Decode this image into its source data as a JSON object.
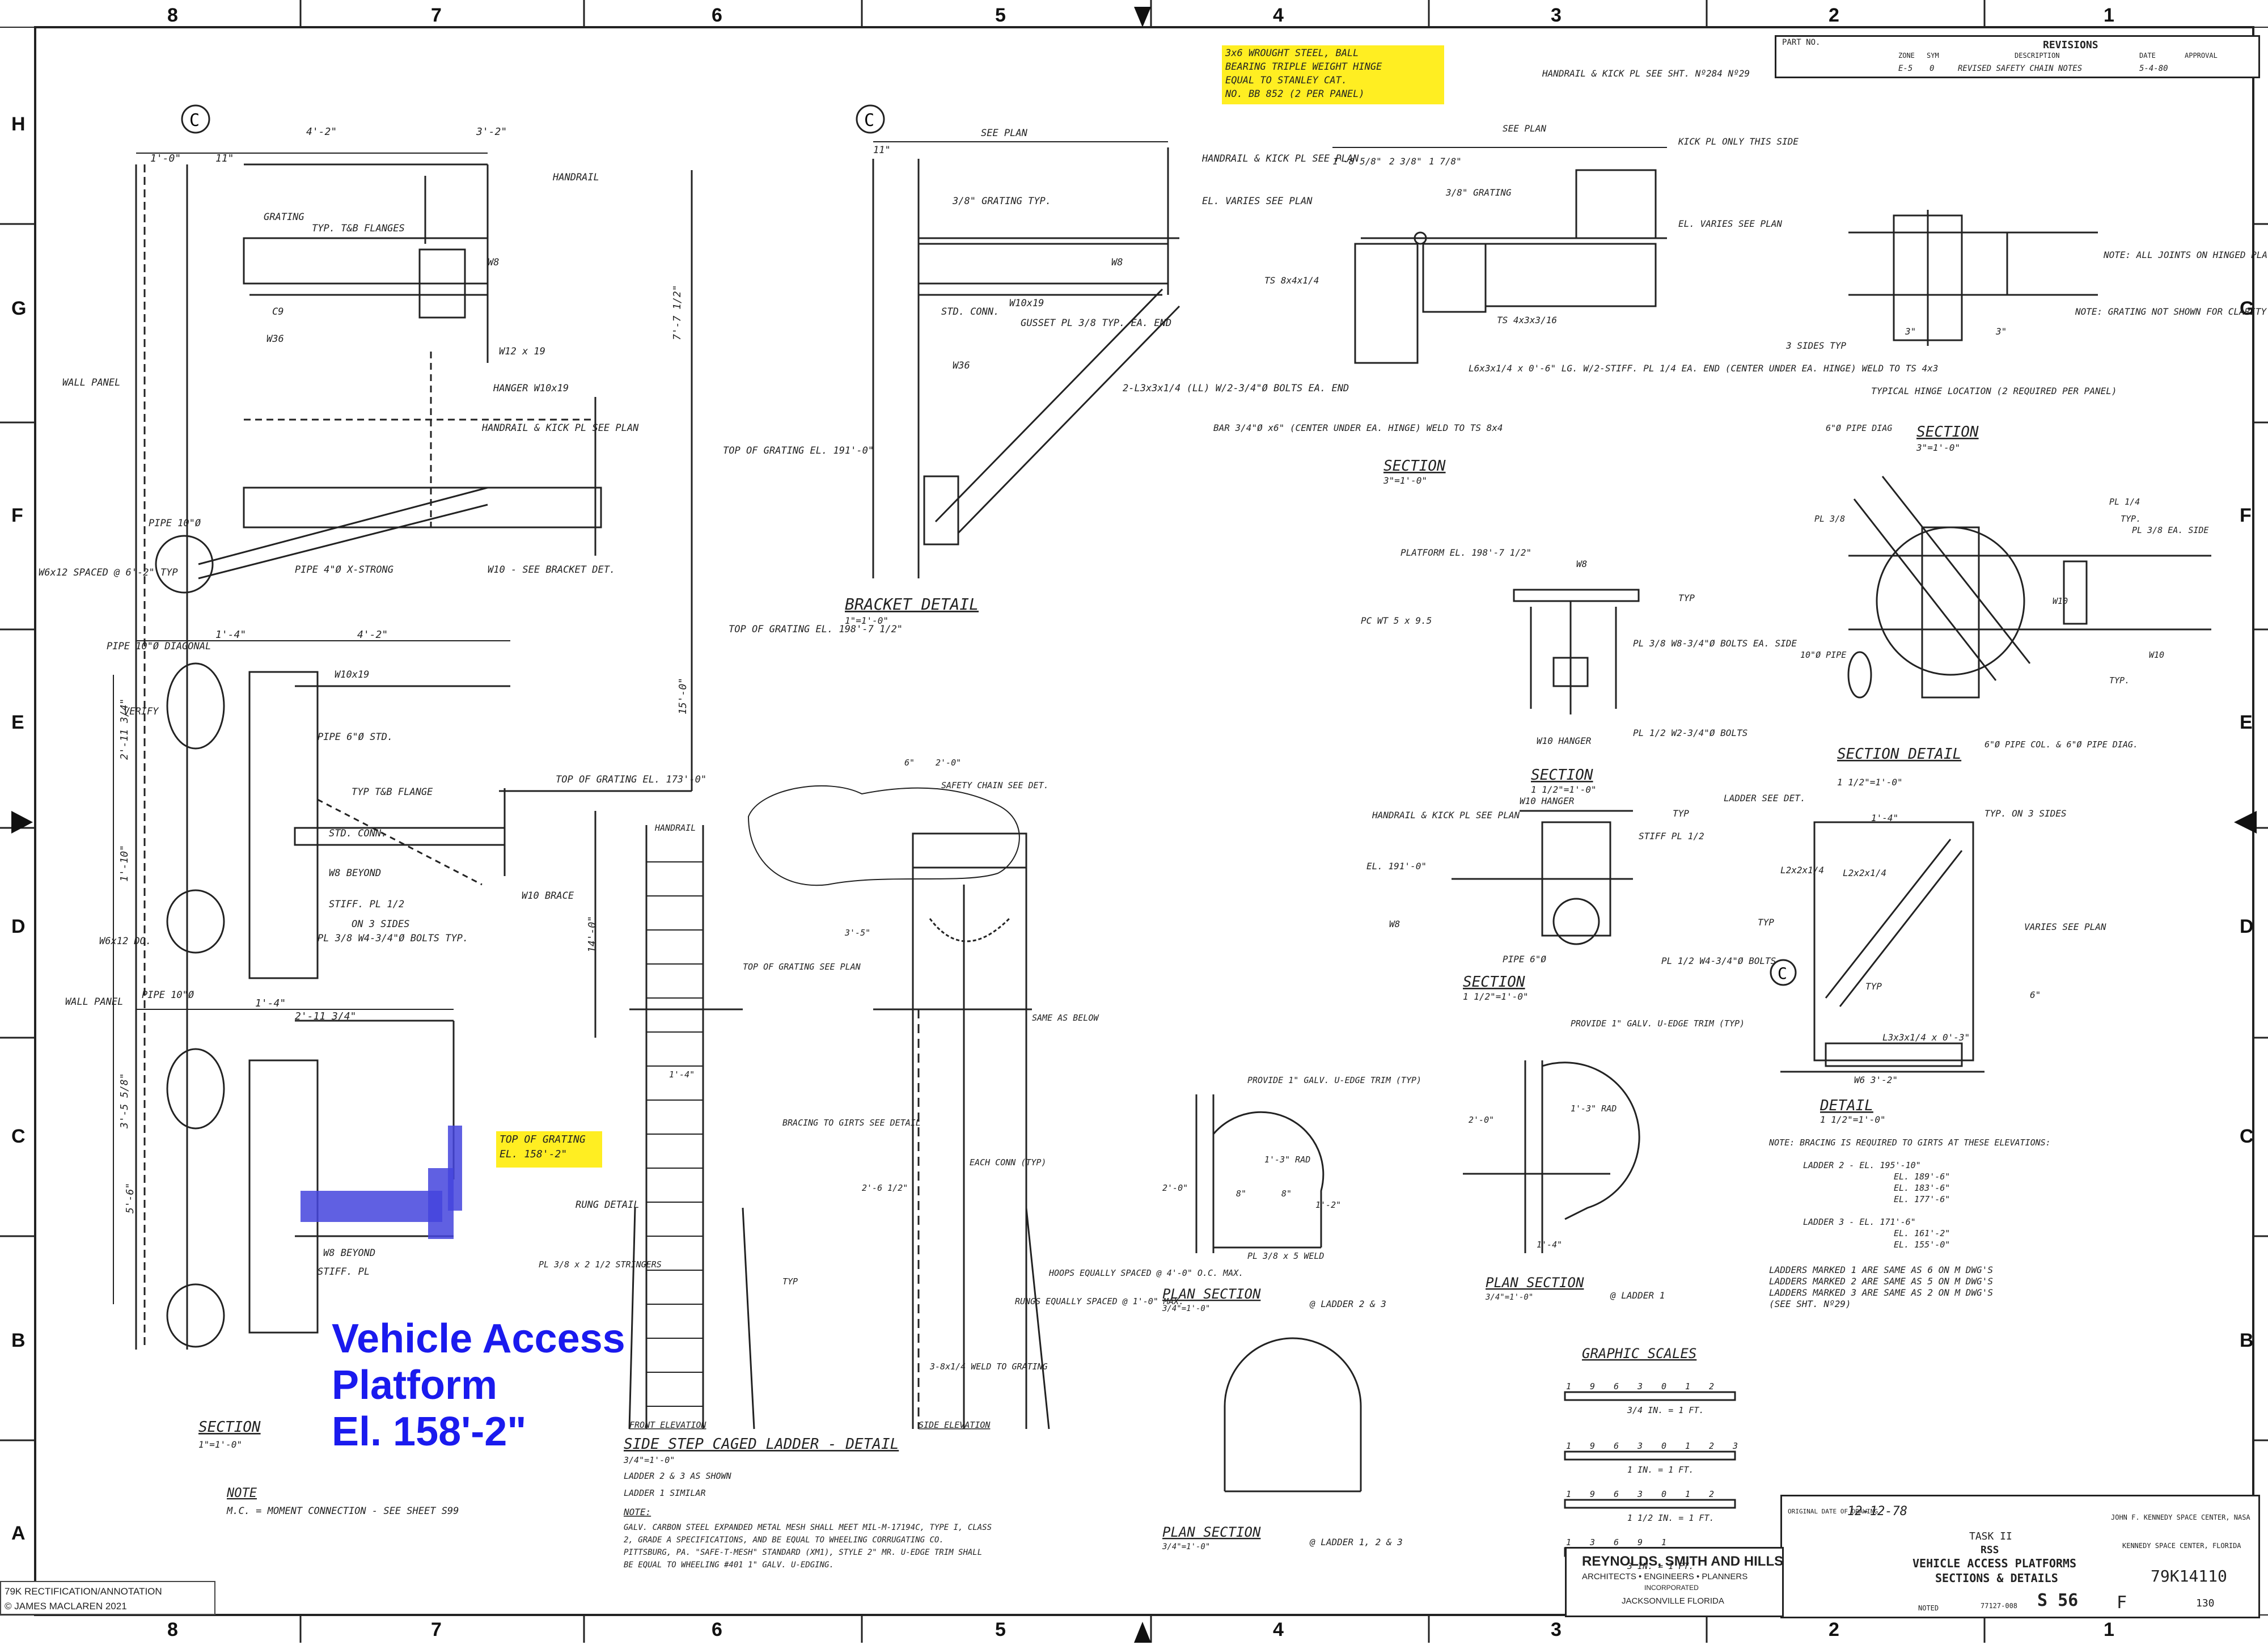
{
  "zones": {
    "columns": [
      "8",
      "7",
      "6",
      "5",
      "4",
      "3",
      "2",
      "1"
    ],
    "rows": [
      "H",
      "G",
      "F",
      "E",
      "D",
      "C",
      "B",
      "A"
    ]
  },
  "revisions": {
    "header": "REVISIONS",
    "part_no": "PART NO.",
    "cols": [
      "ZONE",
      "SYM",
      "DESCRIPTION",
      "DATE",
      "APPROVAL"
    ],
    "row": {
      "zone": "E-5",
      "sym": "0",
      "description": "REVISED SAFETY CHAIN NOTES",
      "date": "5-4-80"
    }
  },
  "highlights": {
    "hinge_note": [
      "3x6 WROUGHT STEEL, BALL",
      "BEARING TRIPLE WEIGHT HINGE",
      "EQUAL TO STANLEY CAT.",
      "NO. BB 852 (2 PER PANEL)"
    ],
    "grating_el": [
      "TOP OF GRATING",
      "EL. 158'-2\""
    ]
  },
  "overlay_title": [
    "Vehicle Access",
    "Platform",
    "El. 158'-2\""
  ],
  "credit": [
    "79K RECTIFICATION/ANNOTATION",
    "© JAMES MACLAREN 2021"
  ],
  "section_a": {
    "dims": [
      "4'-2\"",
      "3'-2\"",
      "1'-0\"",
      "11\"",
      "1'-4\"",
      "4'-2\"",
      "1'-4\"",
      "2'-11 3/4\"",
      "7'-7 1/2\"",
      "15'-0\"",
      "14'-0\"",
      "5'-6\"",
      "3'-5 5/8\"",
      "1'-10\"",
      "2'-11 3/4\""
    ],
    "labels": [
      "HANDRAIL",
      "GRATING",
      "TYP. T&B FLANGES",
      "W8",
      "C9",
      "W36",
      "W12 x 19",
      "WALL PANEL",
      "HANGER W10x19",
      "HANDRAIL & KICK PL SEE PLAN",
      "PIPE 10\"Ø",
      "PIPE 4\"Ø X-STRONG",
      "W10 - SEE BRACKET DET.",
      "W6x12 SPACED @ 6'-2\" TYP",
      "PIPE 10\"Ø DIAGONAL",
      "W10x19",
      "PIPE 6\"Ø STD.",
      "TYP T&B FLANGE",
      "STD. CONN.",
      "W8 BEYOND",
      "W10 BRACE",
      "STIFF. PL 1/2",
      "ON 3 SIDES",
      "PL 3/8 W4-3/4\"Ø BOLTS TYP.",
      "W6x12 DO.",
      "PIPE 10\"Ø",
      "WALL PANEL",
      "W8 BEYOND",
      "STIFF. PL",
      "RUNG DETAIL",
      "TOP OF GRATING EL. 198'-7 1/2\"",
      "TOP OF GRATING EL. 191'-0\"",
      "TOP OF GRATING EL. 173'-0\"",
      "VERIFY"
    ],
    "title": "SECTION",
    "scale": "1\"=1'-0\"",
    "note_title": "NOTE",
    "note": "M.C. = MOMENT CONNECTION - SEE SHEET S99"
  },
  "bracket": {
    "labels": [
      "SEE PLAN",
      "11\"",
      "3/8\" GRATING TYP.",
      "W8",
      "HANDRAIL & KICK PL SEE PLAN",
      "EL. VARIES SEE PLAN",
      "STD. CONN.",
      "W10x19",
      "GUSSET PL 3/8 TYP. EA. END",
      "W36",
      "2-L3x3x1/4 (LL) W/2-3/4\"Ø BOLTS EA. END"
    ],
    "title": "BRACKET DETAIL",
    "scale": "1\"=1'-0\""
  },
  "section_c": {
    "labels": [
      "SEE PLAN",
      "1'-8 5/8\"",
      "2 3/8\"",
      "1 7/8\"",
      "3/8\" GRATING",
      "HANDRAIL & KICK PL SEE SHT. Nº284 Nº29",
      "KICK PL ONLY THIS SIDE",
      "EL. VARIES SEE PLAN",
      "TS 8x4x1/4",
      "TS 4x3x3/16",
      "L6x3x1/4 x 0'-6\" LG. W/2-STIFF. PL 1/4 EA. END (CENTER UNDER EA. HINGE) WELD TO TS 4x3",
      "BAR 3/4\"Ø x6\" (CENTER UNDER EA. HINGE) WELD TO TS 8x4"
    ],
    "title": "SECTION",
    "scale": "3\"=1'-0\""
  },
  "hinge": {
    "labels": [
      "NOTE: ALL JOINTS ON HINGED PLATFORMS TO BE MITERED & WELDED",
      "NOTE: GRATING NOT SHOWN FOR CLARITY.",
      "3 SIDES TYP",
      "3\"",
      "3\"",
      "TYPICAL HINGE LOCATION (2 REQUIRED PER PANEL)"
    ]
  },
  "section_h": {
    "title": "SECTION",
    "scale": "3\"=1'-0\"",
    "labels": [
      "6\"Ø PIPE DIAG",
      "PL 3/8",
      "PL 1/4",
      "TYP.",
      "PL 3/8 EA. SIDE",
      "W10",
      "10\"Ø PIPE",
      "TYP.",
      "W10",
      "6\"Ø PIPE COL. & 6\"Ø PIPE DIAG."
    ]
  },
  "section_f": {
    "title": "SECTION",
    "scale": "1 1/2\"=1'-0\"",
    "labels": [
      "PLATFORM EL. 198'-7 1/2\"",
      "W8",
      "TYP",
      "PC WT 5 x 9.5",
      "PL 3/8 W8-3/4\"Ø BOLTS EA. SIDE",
      "W10 HANGER",
      "PL 1/2 W2-3/4\"Ø BOLTS"
    ]
  },
  "section_d_detail": {
    "title": "SECTION DETAIL",
    "scale": "1 1/2\"=1'-0\"",
    "labels": [
      "LADDER SEE DET.",
      "1'-4\"",
      "TYP. ON 3 SIDES",
      "L2x2x1/4",
      "L2x2x1/4",
      "TYP",
      "TYP",
      "VARIES SEE PLAN",
      "6\"",
      "L3x3x1/4 x 0'-3\"",
      "W6 3'-2\""
    ]
  },
  "section_g": {
    "title": "SECTION",
    "scale": "1 1/2\"=1'-0\"",
    "labels": [
      "HANDRAIL & KICK PL SEE PLAN",
      "W10 HANGER",
      "TYP",
      "STIFF PL 1/2",
      "EL. 191'-0\"",
      "W8",
      "PIPE 6\"Ø",
      "PL 1/2 W4-3/4\"Ø BOLTS"
    ]
  },
  "detail_k": {
    "title": "DETAIL",
    "scale": "1 1/2\"=1'-0\"",
    "note": [
      "NOTE: BRACING IS REQUIRED TO GIRTS AT THESE ELEVATIONS:",
      "LADDER 2 - EL. 195'-10\"",
      "EL. 189'-6\"",
      "EL. 183'-6\"",
      "EL. 177'-6\"",
      "LADDER 3 - EL. 171'-6\"",
      "EL. 161'-2\"",
      "EL. 155'-0\""
    ],
    "ladder_notes": [
      "LADDERS MARKED 1 ARE SAME AS 6 ON M DWG'S",
      "LADDERS MARKED 2 ARE SAME AS 5 ON M DWG'S",
      "LADDERS MARKED 3 ARE SAME AS 2 ON M DWG'S",
      "(SEE SHT. Nº29)"
    ]
  },
  "ladder": {
    "labels": [
      "HANDRAIL",
      "SAFETY CHAIN SEE DET.",
      "6\"",
      "2'-0\"",
      "TOP OF GRATING SEE PLAN",
      "1'-4\"",
      "3'-5\"",
      "BRACING TO GIRTS SEE DETAIL",
      "EACH CONN (TYP)",
      "2'-6 1/2\"",
      "TYP",
      "PL 3/8 x 2 1/2 STRINGERS",
      "RUNGS EQUALLY SPACED @ 1'-0\" MAX.",
      "HOOPS EQUALLY SPACED @ 4'-0\" O.C. MAX.",
      "3-8x1/4 WELD TO GRATING",
      "SAME AS BELOW"
    ],
    "front": "FRONT ELEVATION",
    "side": "SIDE ELEVATION",
    "title": "SIDE STEP CAGED LADDER - DETAIL",
    "scale": "3/4\"=1'-0\"",
    "lines": [
      "LADDER 2 & 3 AS SHOWN",
      "LADDER 1 SIMILAR"
    ],
    "note_title": "NOTE:",
    "note": "GALV. CARBON STEEL EXPANDED METAL MESH SHALL MEET MIL-M-17194C, TYPE I, CLASS 2, GRADE A SPECIFICATIONS, AND BE EQUAL TO WHEELING CORRUGATING CO. PITTSBURG, PA. \"SAFE-T-MESH\" STANDARD (XM1), STYLE 2\" MR. U-EDGE TRIM SHALL BE EQUAL TO WHEELING #401 1\" GALV. U-EDGING."
  },
  "plan_v": {
    "title1": "PLAN SECTION",
    "scale1": "3/4\"=1'-0\"",
    "ref1": "@ LADDER 2 & 3",
    "labels": [
      "PROVIDE 1\" GALV. U-EDGE TRIM (TYP)",
      "2'-0\"",
      "8\"",
      "8\"",
      "1'-2\"",
      "PL 3/8 x 5 WELD",
      "1'-3\" RAD"
    ],
    "title2": "PLAN SECTION",
    "scale2": "3/4\"=1'-0\"",
    "ref2": "@ LADDER 1, 2 & 3"
  },
  "plan_p": {
    "title": "PLAN SECTION",
    "scale": "3/4\"=1'-0\"",
    "ref": "@ LADDER 1",
    "labels": [
      "PROVIDE 1\" GALV. U-EDGE TRIM (TYP)",
      "2'-0\"",
      "1'-4\"",
      "1'-3\" RAD"
    ]
  },
  "graphic_scales": {
    "title": "GRAPHIC SCALES",
    "scales": [
      {
        "ticks": [
          "1",
          "9",
          "6",
          "3",
          "0",
          "1",
          "2"
        ],
        "label": "3/4 IN. = 1 FT."
      },
      {
        "ticks": [
          "1",
          "9",
          "6",
          "3",
          "0",
          "1",
          "2",
          "3"
        ],
        "label": "1 IN. = 1 FT."
      },
      {
        "ticks": [
          "1",
          "9",
          "6",
          "3",
          "0",
          "1",
          "2"
        ],
        "label": "1 1/2 IN. = 1 FT."
      },
      {
        "ticks": [
          "1",
          "3",
          "6",
          "9",
          "1"
        ],
        "label": "3 IN. = 1 FT."
      }
    ]
  },
  "titleblock": {
    "firm": "REYNOLDS, SMITH AND HILLS",
    "firm_sub": "ARCHITECTS • ENGINEERS • PLANNERS",
    "firm_inc": "INCORPORATED",
    "city": "JACKSONVILLE FLORIDA",
    "date_label": "ORIGINAL DATE OF DRAWING",
    "date": "12-12-78",
    "task": "TASK II",
    "project": "RSS",
    "drawing_title_1": "VEHICLE ACCESS PLATFORMS",
    "drawing_title_2": "SECTIONS & DETAILS",
    "sheet": "S 56",
    "size": "F",
    "dwg_no": "79K14110",
    "agency": "JOHN F. KENNEDY SPACE CENTER, NASA",
    "location": "KENNEDY SPACE CENTER, FLORIDA",
    "sheet_of": "130",
    "proj_no": "77127-008",
    "scale_note": "NOTED"
  }
}
